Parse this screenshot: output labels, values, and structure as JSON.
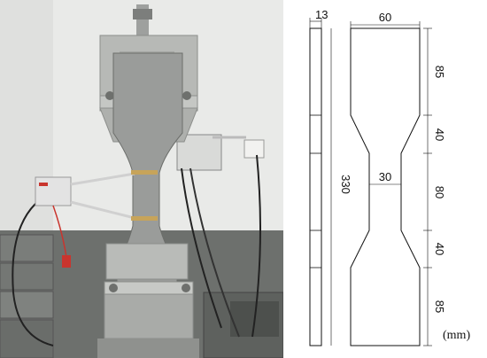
{
  "drawing": {
    "thickness_label": "13",
    "width_label": "60",
    "length_label": "330",
    "neck_width_label": "30",
    "segments": [
      "85",
      "40",
      "80",
      "40",
      "85"
    ],
    "unit": "(mm)"
  },
  "colors": {
    "specimen_gray": "#9a9c9a",
    "fixture_gray": "#b7b9b6",
    "wall": "#e9eae8",
    "bricks": "#6d706d",
    "extensometer": "#e3e3e3",
    "wire_red": "#c9352e"
  }
}
